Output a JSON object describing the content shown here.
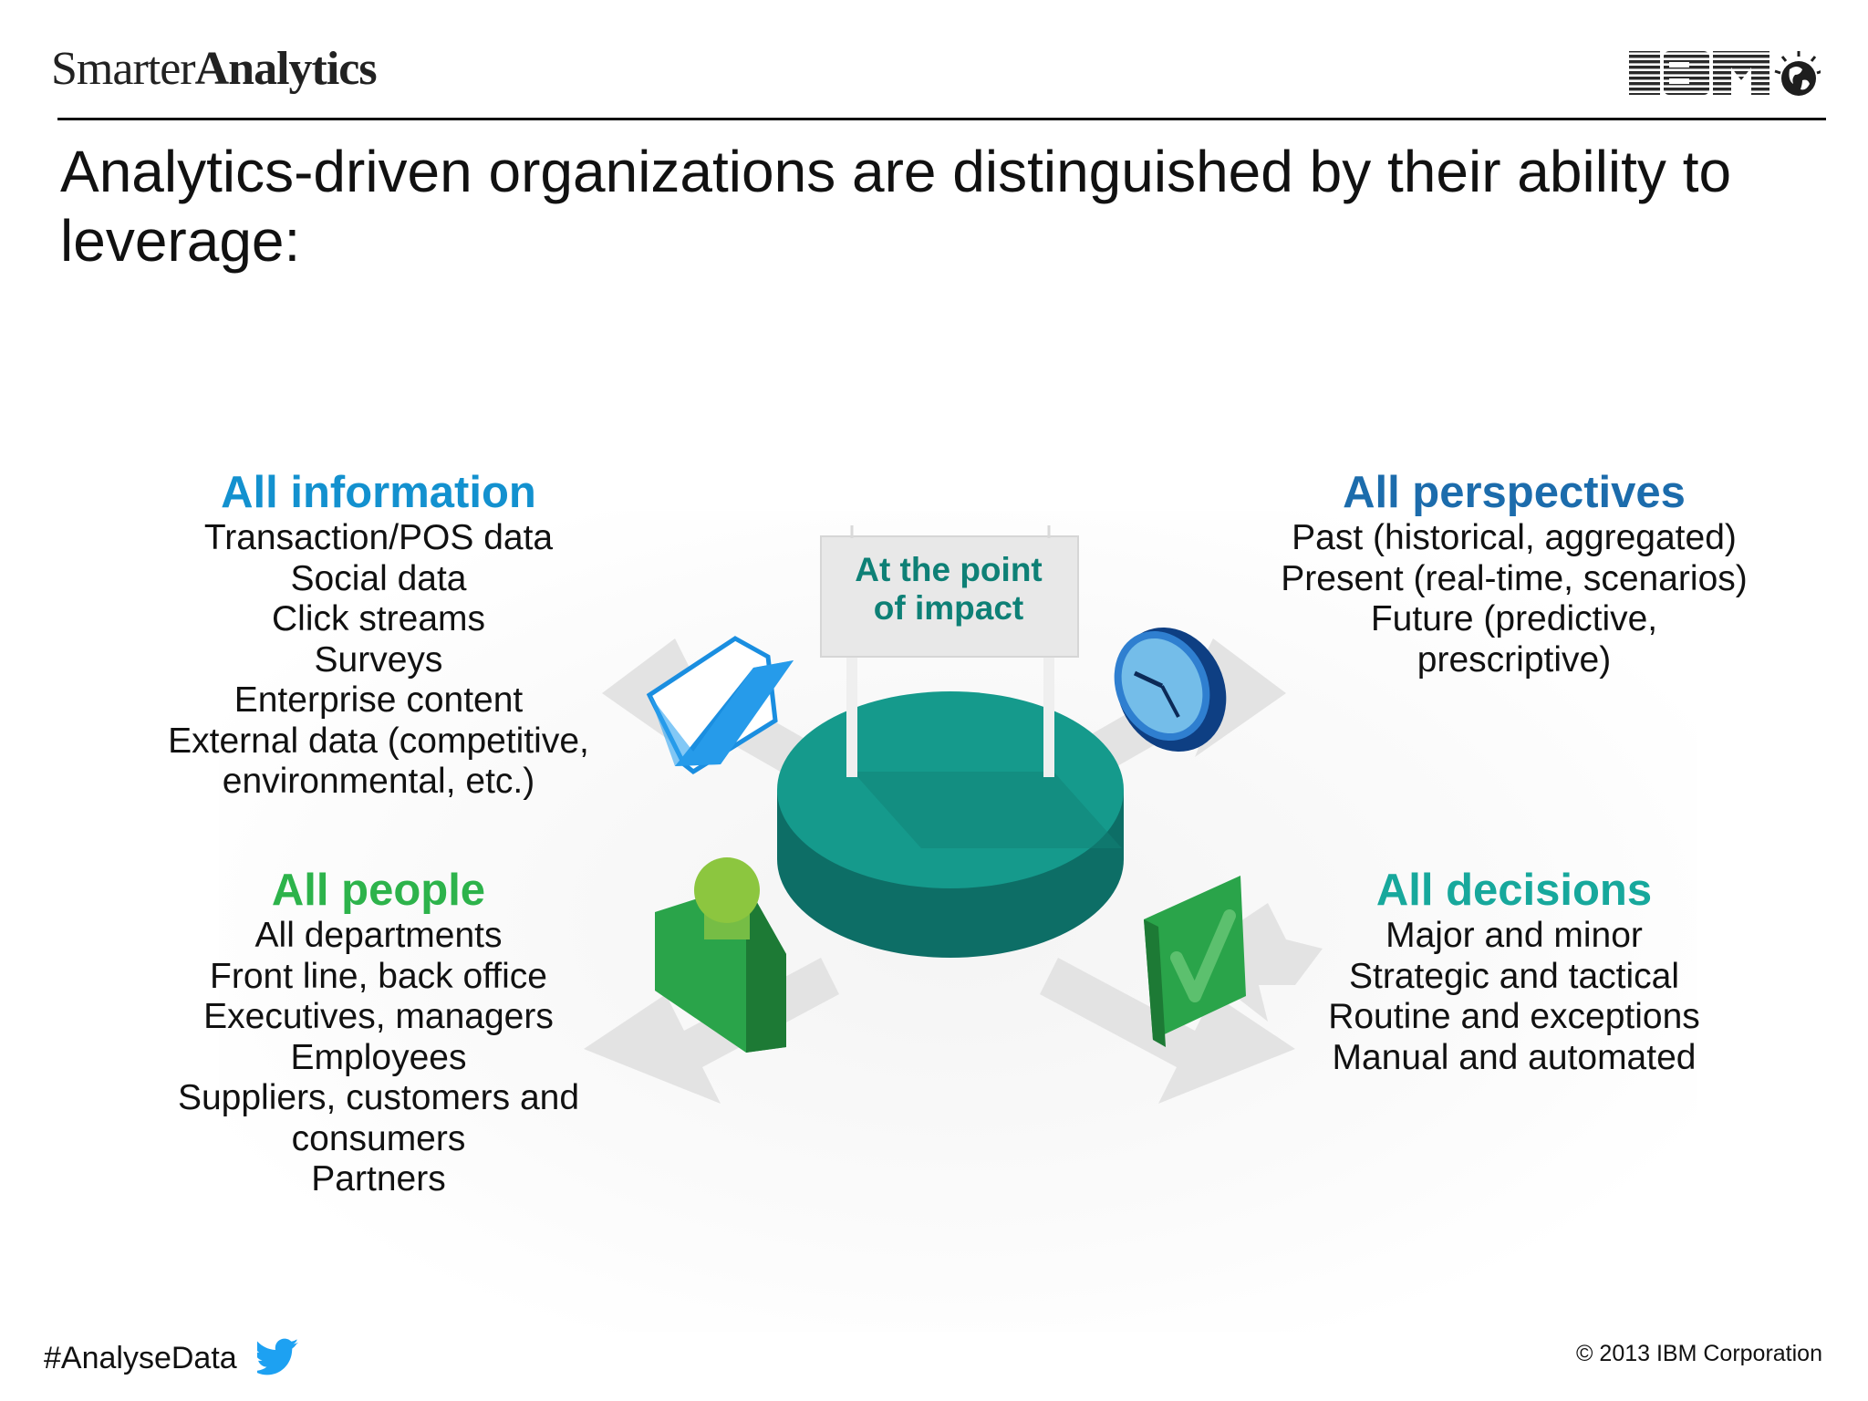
{
  "header": {
    "brand_regular": "Smarter",
    "brand_bold": "Analytics",
    "logo_text": "IBM"
  },
  "headline": "Analytics-driven organizations are distinguished by their ability to leverage:",
  "center": {
    "sign_line1": "At the point",
    "sign_line2": "of impact"
  },
  "quadrants": {
    "information": {
      "heading": "All information",
      "items": [
        "Transaction/POS data",
        "Social data",
        "Click streams",
        "Surveys",
        "Enterprise content",
        "External data (competitive,",
        "environmental, etc.)"
      ]
    },
    "perspectives": {
      "heading": "All perspectives",
      "items": [
        "Past (historical, aggregated)",
        "Present (real-time, scenarios)",
        "Future (predictive,",
        "prescriptive)"
      ]
    },
    "people": {
      "heading": "All people",
      "items": [
        "All departments",
        "Front line, back office",
        "Executives, managers",
        "Employees",
        "Suppliers, customers and",
        "consumers",
        "Partners"
      ]
    },
    "decisions": {
      "heading": "All decisions",
      "items": [
        "Major and minor",
        "Strategic and tactical",
        "Routine and exceptions",
        "Manual and automated"
      ]
    }
  },
  "footer": {
    "hashtag": "#AnalyseData",
    "copyright": "© 2013 IBM Corporation"
  },
  "colors": {
    "information": "#1391cf",
    "perspectives": "#1c6cac",
    "people": "#2db34b",
    "decisions": "#17a89c",
    "platform_top": "#159a8c",
    "platform_side": "#0d6e66",
    "sign_text": "#0e8076"
  },
  "icons": [
    "folder-icon",
    "clock-icon",
    "person-icon",
    "checkmark-icon",
    "twitter-bird-icon",
    "ibm-globe-icon"
  ]
}
